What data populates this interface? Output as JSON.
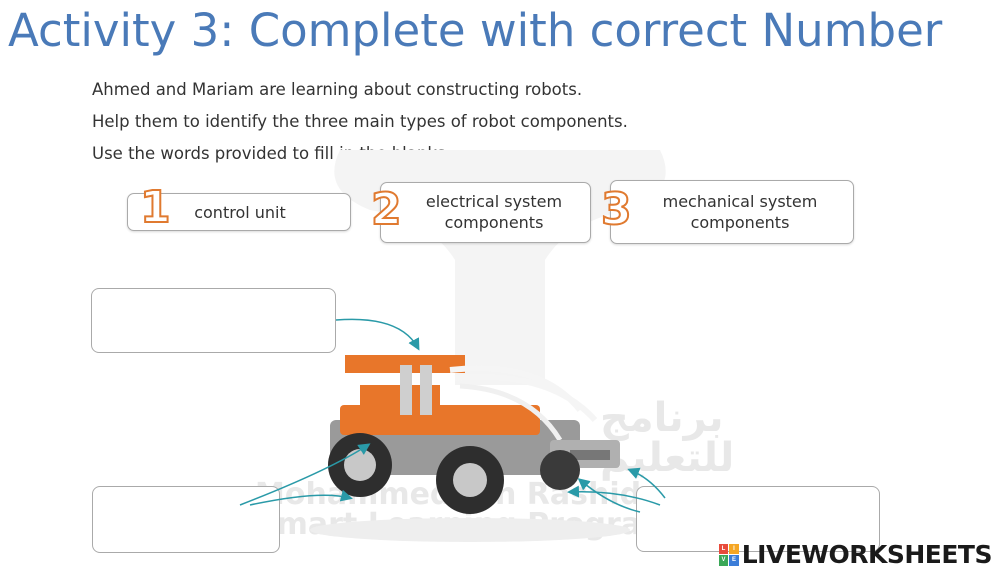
{
  "title": "Activity 3: Complete with correct Number",
  "instructions": [
    "Ahmed and Mariam are learning about constructing robots.",
    "Help them to identify the three main types of robot components.",
    "Use the words provided to fill in the blanks."
  ],
  "word_bank": [
    {
      "number": "1",
      "line1": "control unit",
      "line2": ""
    },
    {
      "number": "2",
      "line1": "electrical system",
      "line2": "components"
    },
    {
      "number": "3",
      "line1": "mechanical system",
      "line2": "components"
    }
  ],
  "watermark": {
    "arabic_line1": "برنامج",
    "arabic_line2": "للتعليم",
    "english_line1": "Mohammed Bin Rashid",
    "english_line2": "Smart Learning Program"
  },
  "footer": {
    "brand": "LIVEWORKSHEETS",
    "logo_letters": [
      "L",
      "I",
      "V",
      "E"
    ]
  },
  "colors": {
    "title": "#4a7ab8",
    "number_stroke": "#e07a30",
    "arrow": "#2a9aa8",
    "robot_orange": "#e8762a"
  }
}
